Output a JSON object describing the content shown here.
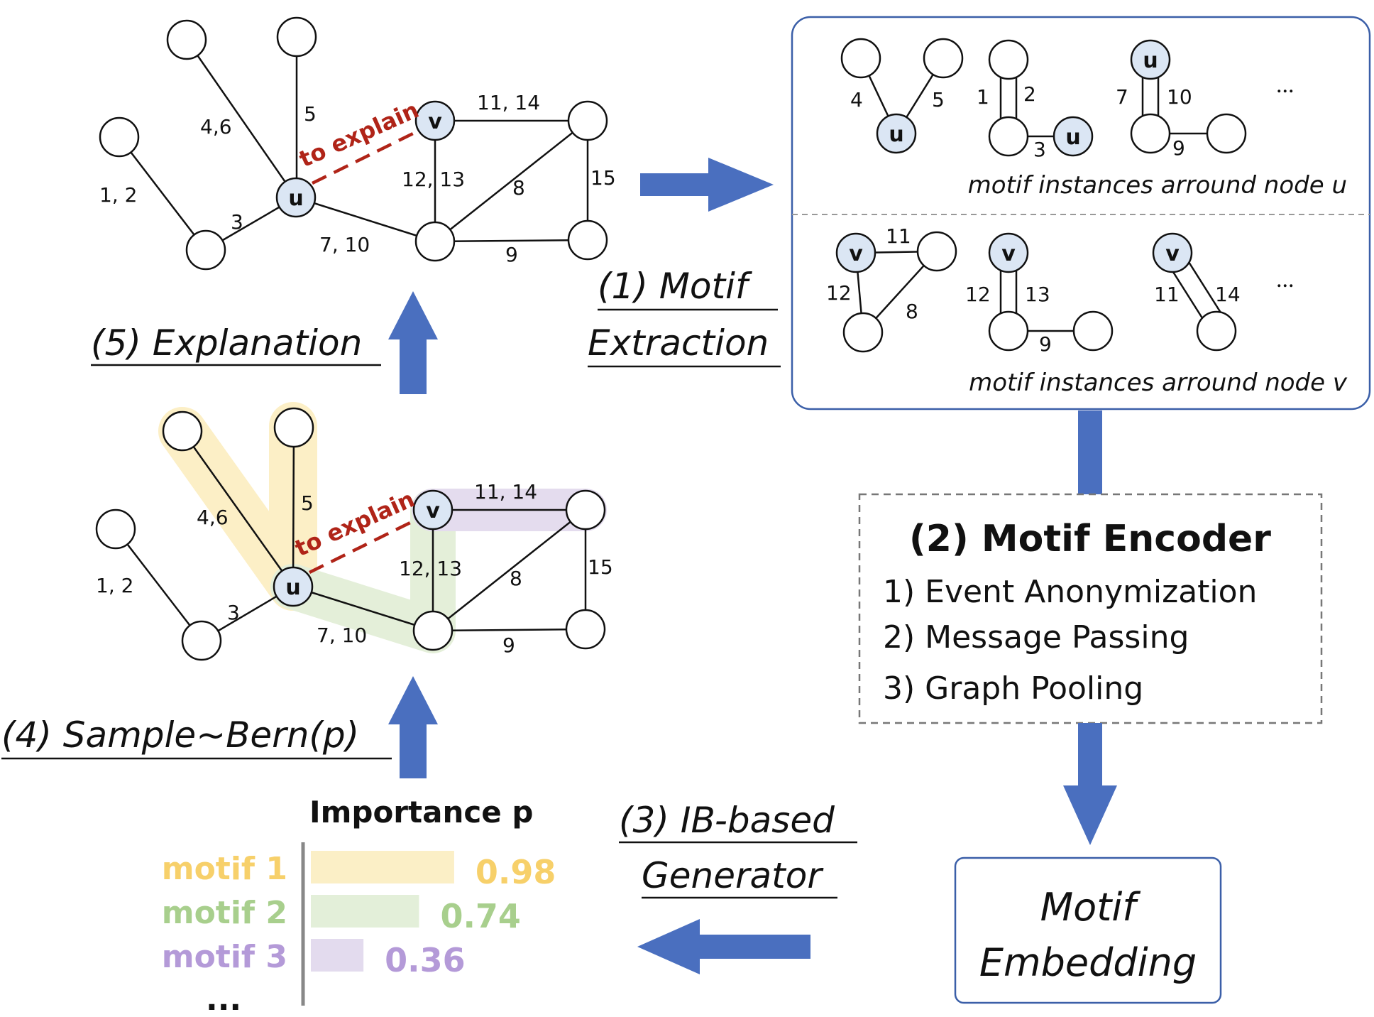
{
  "steps": {
    "s1_line1": "(1) Motif",
    "s1_line2": "Extraction",
    "s2_title": "(2) Motif Encoder",
    "s2_items": [
      "1)   Event Anonymization",
      "2)   Message Passing",
      "3)   Graph Pooling"
    ],
    "s3_line1": "(3) IB-based",
    "s3_line2": "Generator",
    "s4": "(4) Sample~Bern(p)",
    "s5": "(5) Explanation"
  },
  "graph": {
    "node_u": "u",
    "node_v": "v",
    "to_explain": "to explain",
    "edge_labels": {
      "e12": "1, 2",
      "e3": "3",
      "e46": "4,6",
      "e5": "5",
      "e710": "7, 10",
      "e1213": "12, 13",
      "e1114": "11, 14",
      "e8": "8",
      "e15": "15",
      "e9": "9"
    }
  },
  "motifs": {
    "caption_u": "motif instances arround node u",
    "caption_v": "motif instances arround node v",
    "ellipsis": "...",
    "u_labels": [
      "4",
      "5",
      "1",
      "2",
      "3",
      "7",
      "10",
      "9"
    ],
    "v_labels": [
      "11",
      "12",
      "8",
      "12",
      "13",
      "9",
      "11",
      "14"
    ]
  },
  "embedding": {
    "line1": "Motif",
    "line2": "Embedding"
  },
  "chart_data": {
    "type": "bar",
    "title": "Importance p",
    "categories": [
      "motif 1",
      "motif 2",
      "motif 3"
    ],
    "values": [
      0.98,
      0.74,
      0.36
    ],
    "value_labels": [
      "0.98",
      "0.74",
      "0.36"
    ],
    "ellipsis": "...",
    "colors": {
      "bars": [
        "#fbefc6",
        "#e3efd9",
        "#e3dbee"
      ],
      "labels": [
        "#f7d06a",
        "#a8cf8d",
        "#b49ad8"
      ]
    }
  },
  "colors": {
    "arrow": "#4a6fbf",
    "node_fill": "#dbe6f4",
    "red": "#b02418",
    "motif1_hl": "#fcefc6",
    "motif2_hl": "#e4efd9",
    "motif3_hl": "#e4dcee",
    "box_border": "#3b5fa8"
  }
}
